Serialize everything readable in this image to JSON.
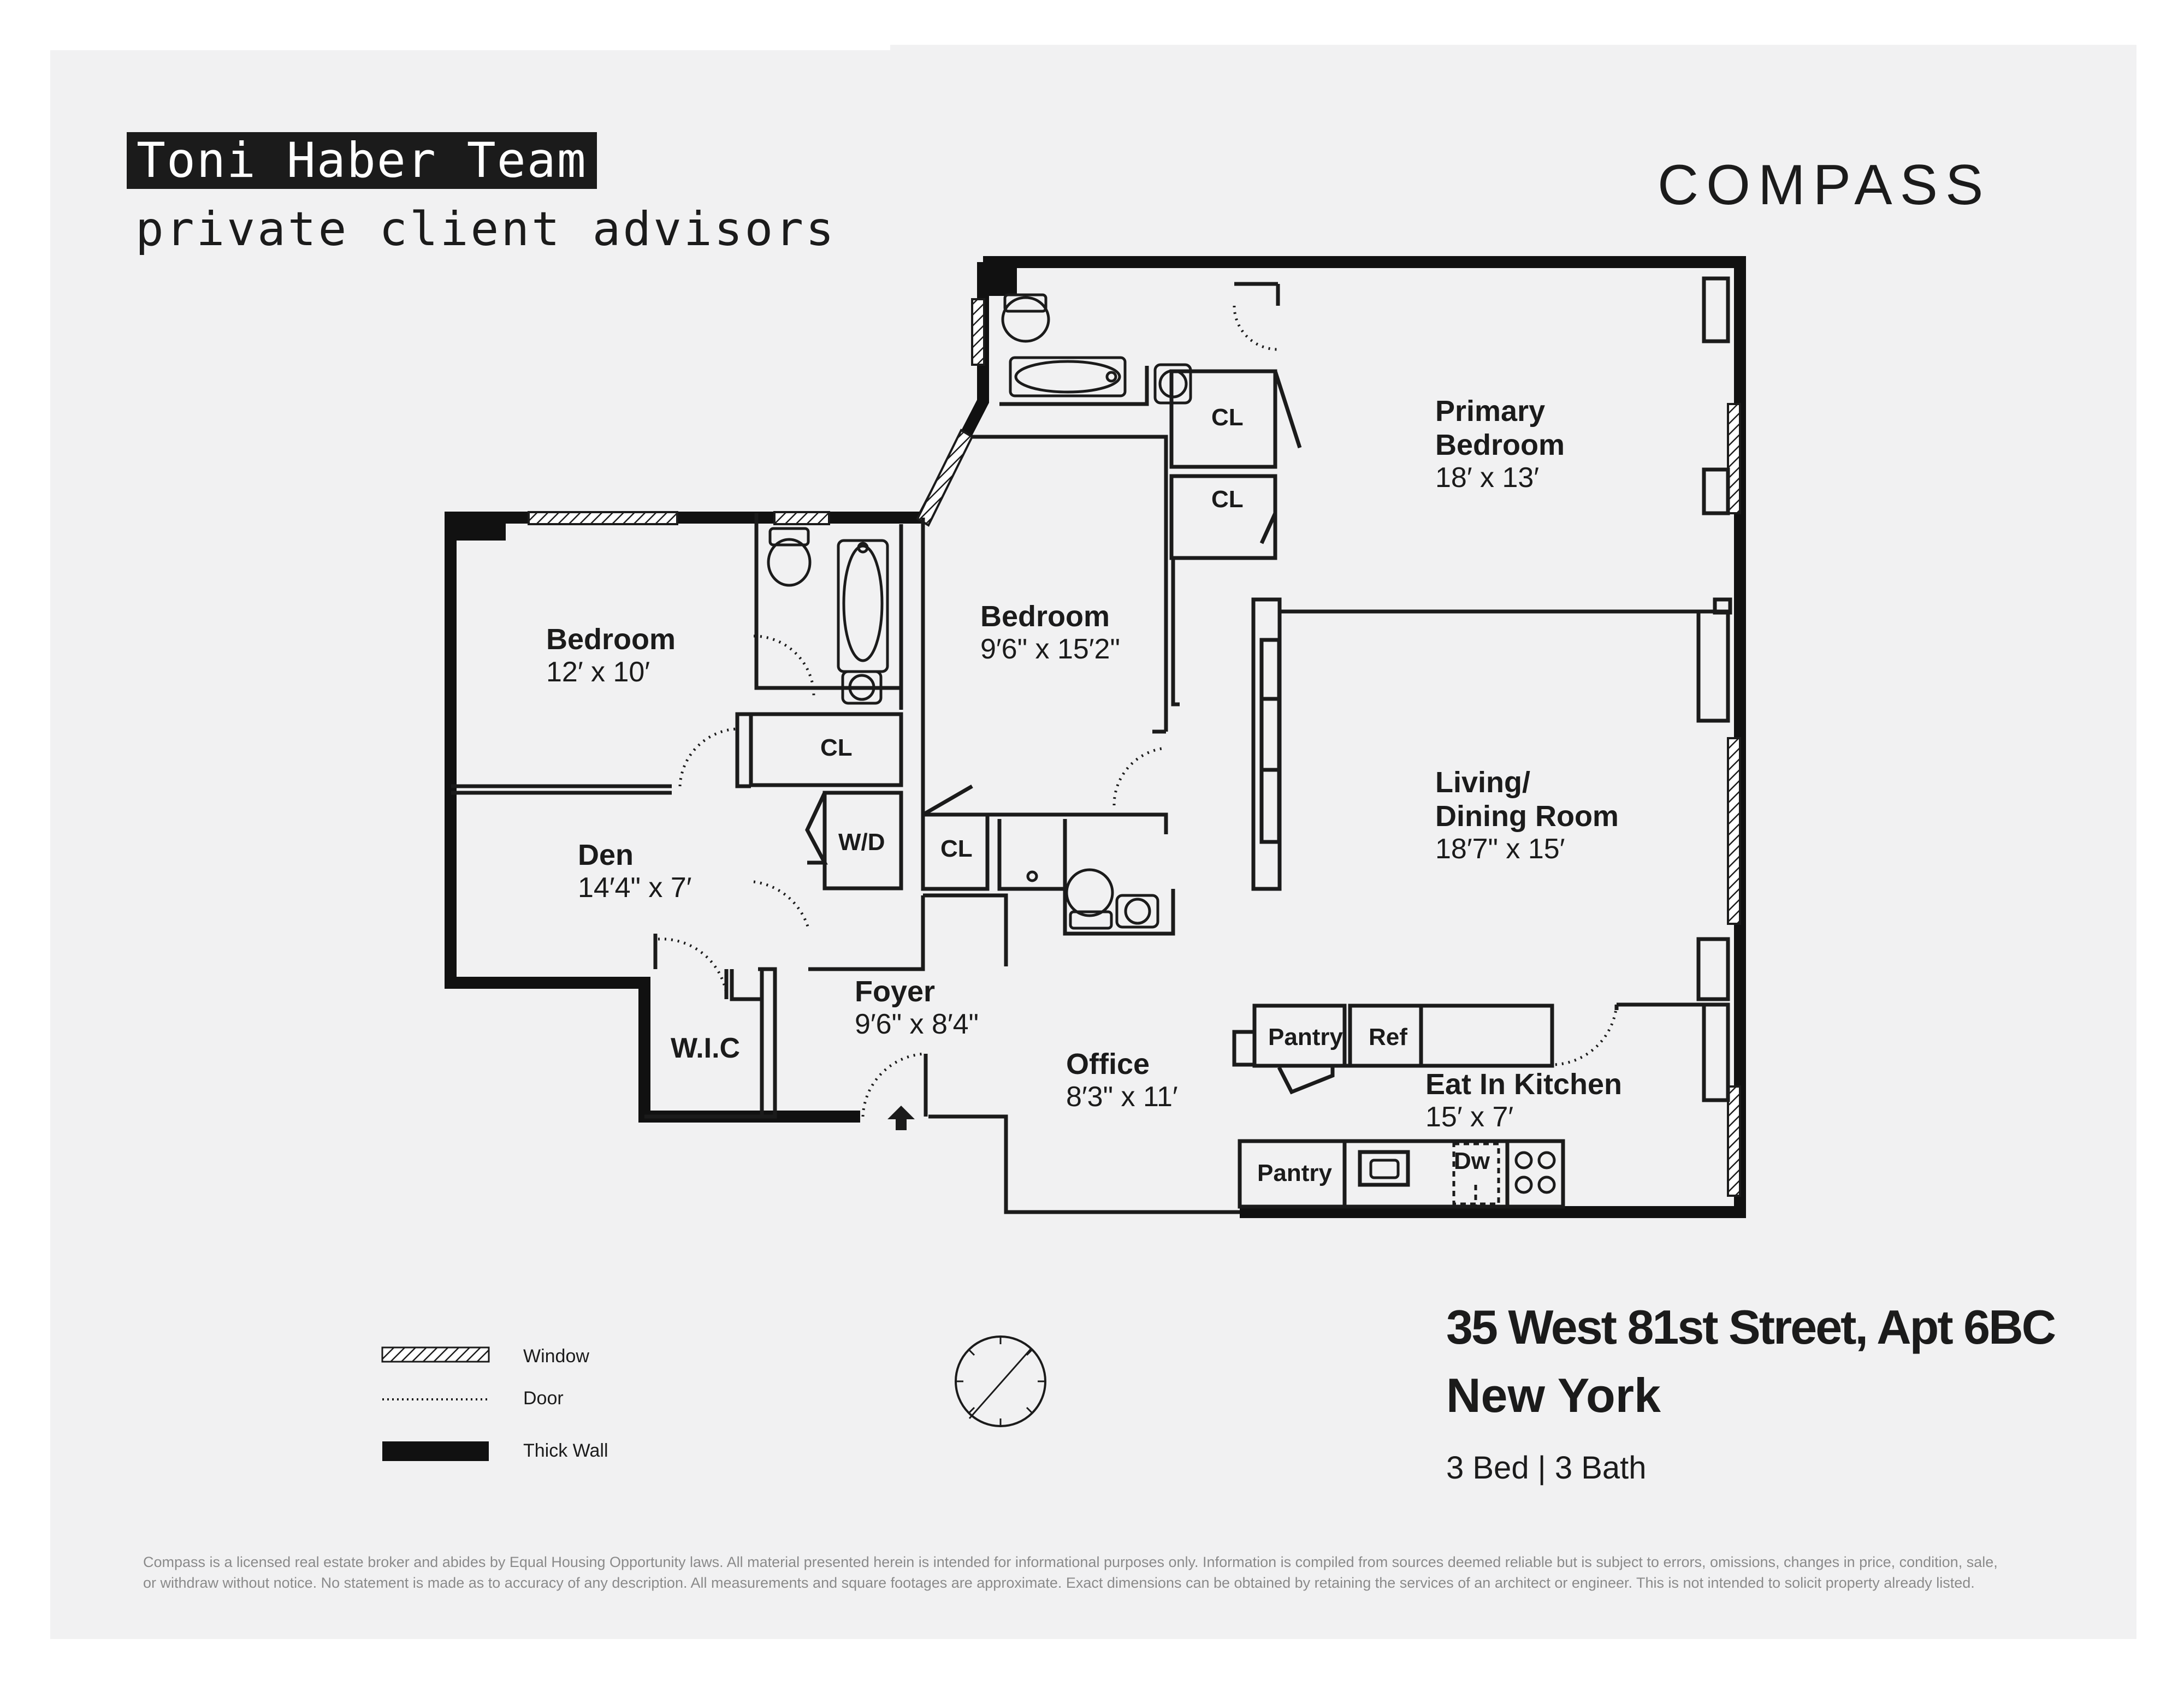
{
  "brand": {
    "team_name": "Toni Haber Team",
    "team_subtitle": "private client advisors",
    "logo_text": "COMPASS"
  },
  "rooms": {
    "primary_bedroom": {
      "name_line1": "Primary",
      "name_line2": "Bedroom",
      "dims": "18′ x 13′"
    },
    "bedroom_center": {
      "name": "Bedroom",
      "dims": "9′6\" x 15′2\""
    },
    "bedroom_left": {
      "name": "Bedroom",
      "dims": "12′ x 10′"
    },
    "living": {
      "name_line1": "Living/",
      "name_line2": "Dining Room",
      "dims": "18′7\" x 15′"
    },
    "den": {
      "name": "Den",
      "dims": "14′4\" x 7′"
    },
    "foyer": {
      "name": "Foyer",
      "dims": "9′6\" x 8′4\""
    },
    "office": {
      "name": "Office",
      "dims": "8′3\" x 11′"
    },
    "kitchen": {
      "name": "Eat In Kitchen",
      "dims": "15′ x 7′"
    }
  },
  "fixtures": {
    "closet": "CL",
    "washer_dryer": "W/D",
    "walk_in_closet": "W.I.C",
    "pantry": "Pantry",
    "refrigerator": "Ref",
    "dishwasher": "Dw"
  },
  "legend": {
    "window": "Window",
    "door": "Door",
    "thick_wall": "Thick Wall"
  },
  "listing": {
    "address": "35 West 81st Street, Apt 6BC",
    "city": "New York",
    "summary": "3 Bed | 3 Bath"
  },
  "disclaimer_line1": "Compass is a licensed real estate broker and abides by Equal Housing Opportunity laws. All material presented herein is intended for informational purposes only. Information is compiled from sources deemed reliable but is subject to errors, omissions, changes in price, condition, sale,",
  "disclaimer_line2": "or withdraw without notice. No statement is made as to accuracy of any description. All measurements and square footages are approximate. Exact dimensions can be obtained by retaining the services of an architect or engineer. This is not intended to solicit property already listed.",
  "colors": {
    "background": "#f1f1f2",
    "ink": "#1b1b1b",
    "disclaimer": "#8a8a8a"
  }
}
